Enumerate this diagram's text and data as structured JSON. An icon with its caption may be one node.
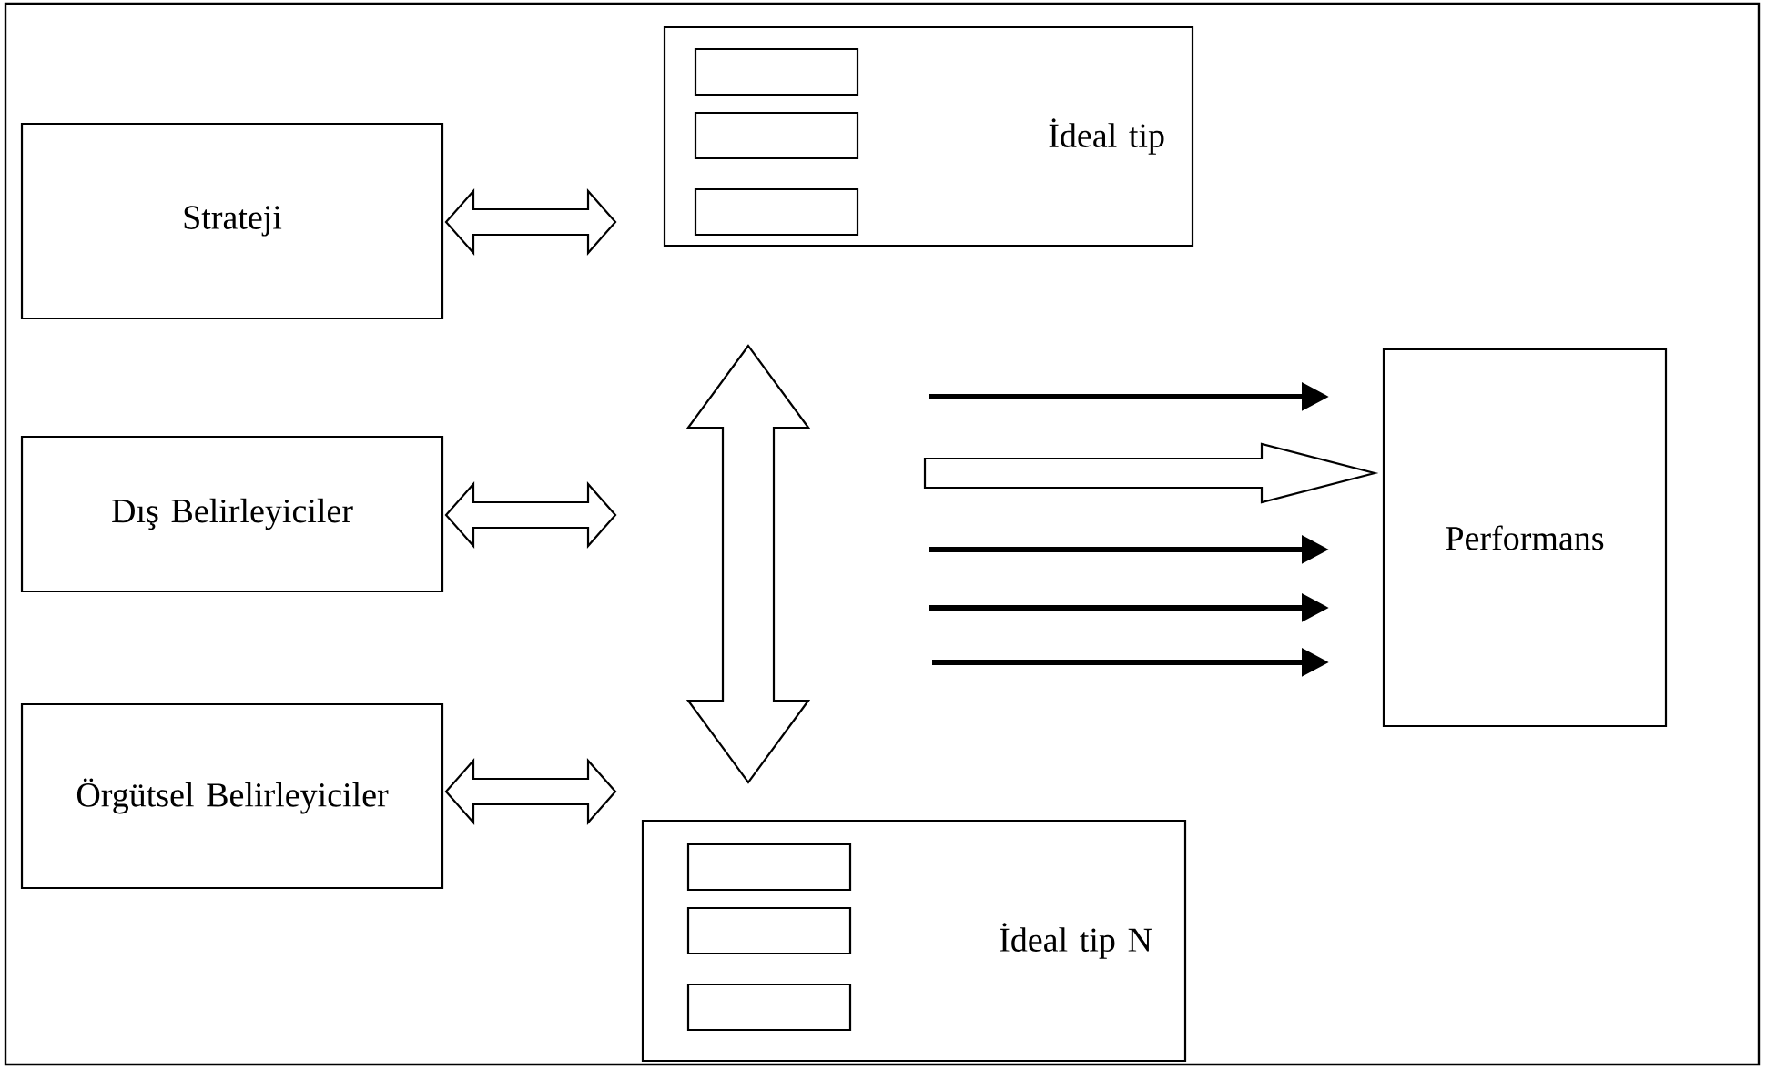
{
  "diagram": {
    "nodes": [
      {
        "text": [
          "Strateji"
        ]
      },
      {
        "text": [
          "Dış Belirleyiciler"
        ]
      },
      {
        "text": [
          "Örgütsel Belirleyiciler"
        ]
      },
      {
        "text": [
          "İdeal tip"
        ]
      },
      {
        "text": [],
        "shape": "box",
        "in": 3
      },
      {
        "text": [],
        "shape": "box",
        "in": 3
      },
      {
        "text": [],
        "shape": "box",
        "in": 3
      },
      {
        "text": [
          "İdeal tip N"
        ]
      },
      {
        "text": [],
        "shape": "box",
        "in": 7
      },
      {
        "text": [],
        "shape": "box",
        "in": 7
      },
      {
        "text": [],
        "shape": "box",
        "in": 7
      },
      {
        "text": [
          "Performans"
        ]
      }
    ],
    "edges": [
      {
        "from": 0,
        "to": null,
        "arrow": "both",
        "style": "thick"
      },
      {
        "from": 1,
        "to": null,
        "arrow": "both",
        "style": "thick"
      },
      {
        "from": 2,
        "to": null,
        "arrow": "both",
        "style": "thick"
      },
      {
        "from": 3,
        "to": 7,
        "arrow": "both",
        "style": "thick"
      },
      {
        "from": null,
        "to": 11,
        "arrow": "to"
      },
      {
        "from": null,
        "to": 11,
        "arrow": "to",
        "style": "thick"
      },
      {
        "from": null,
        "to": 11,
        "arrow": "to"
      },
      {
        "from": null,
        "to": 11,
        "arrow": "to"
      },
      {
        "from": null,
        "to": 11,
        "arrow": "to"
      }
    ]
  }
}
